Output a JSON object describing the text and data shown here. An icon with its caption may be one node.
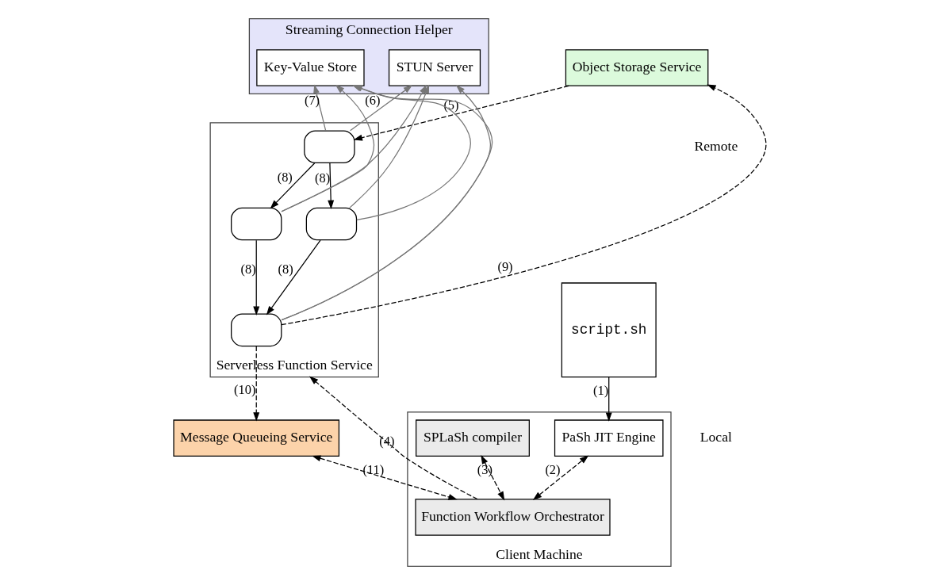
{
  "diagram": {
    "nodes": [
      {
        "text": [
          "Streaming Connection Helper"
        ]
      },
      {
        "text": [
          "STUN Server"
        ],
        "in": 0
      },
      {
        "text": [
          "Key-Value Store"
        ],
        "in": 0
      },
      {
        "text": [
          "Object Storage Service"
        ]
      },
      {
        "text": [
          "Serverless Function Service"
        ]
      },
      {
        "text": [],
        "shape": "box",
        "in": 4
      },
      {
        "text": [],
        "shape": "box",
        "in": 4
      },
      {
        "text": [],
        "shape": "box",
        "in": 4
      },
      {
        "text": [],
        "shape": "box",
        "in": 4
      },
      {
        "text": [
          "Message Queueing Service"
        ]
      },
      {
        "text": [
          "script.sh"
        ]
      },
      {
        "text": [
          "Client Machine"
        ]
      },
      {
        "text": [
          "PaSh JIT Engine"
        ],
        "in": 11
      },
      {
        "text": [
          "SPLaSh compiler"
        ],
        "in": 11
      },
      {
        "text": [
          "Function Workflow Orchestrator"
        ],
        "in": 11
      }
    ],
    "edges": [
      {
        "from": 10,
        "to": 12,
        "arrow": "to",
        "label": "(1)"
      },
      {
        "from": 12,
        "to": 14,
        "arrow": "both",
        "label": "(2)",
        "style": "dashed"
      },
      {
        "from": 13,
        "to": 14,
        "arrow": "both",
        "label": "(3)",
        "style": "dashed"
      },
      {
        "from": 14,
        "to": 4,
        "arrow": "to",
        "label": "(4)",
        "style": "dashed"
      },
      {
        "from": 3,
        "to": 5,
        "arrow": "to",
        "label": "(5)",
        "style": "dashed"
      },
      {
        "from": 5,
        "to": 6,
        "arrow": "to",
        "label": "(8)"
      },
      {
        "from": 5,
        "to": 7,
        "arrow": "to",
        "label": "(8)"
      },
      {
        "from": 6,
        "to": 8,
        "arrow": "to",
        "label": "(8)"
      },
      {
        "from": 7,
        "to": 8,
        "arrow": "to",
        "label": "(8)"
      },
      {
        "from": 8,
        "to": 3,
        "arrow": "to",
        "label": "(9)",
        "style": "dashed"
      },
      {
        "from": 8,
        "to": 9,
        "arrow": "to",
        "label": "(10)",
        "style": "dashed"
      },
      {
        "from": 9,
        "to": 14,
        "arrow": "both",
        "label": "(11)",
        "style": "dashed"
      },
      {
        "from": 5,
        "to": 1,
        "arrow": "to",
        "label": "(6)",
        "color": "#777777"
      },
      {
        "from": 5,
        "to": 2,
        "arrow": "to",
        "label": "(7)",
        "color": "#777777"
      },
      {
        "from": 6,
        "to": 1,
        "arrow": "to",
        "color": "#777777"
      },
      {
        "from": 6,
        "to": 2,
        "arrow": "to",
        "color": "#777777"
      },
      {
        "from": 7,
        "to": 1,
        "arrow": "to",
        "color": "#777777"
      },
      {
        "from": 7,
        "to": 2,
        "arrow": "to",
        "color": "#777777"
      },
      {
        "from": 8,
        "to": 1,
        "arrow": "to",
        "color": "#777777"
      },
      {
        "from": 8,
        "to": 2,
        "arrow": "to",
        "color": "#777777"
      }
    ],
    "labels": [
      "Remote",
      "Local"
    ]
  }
}
